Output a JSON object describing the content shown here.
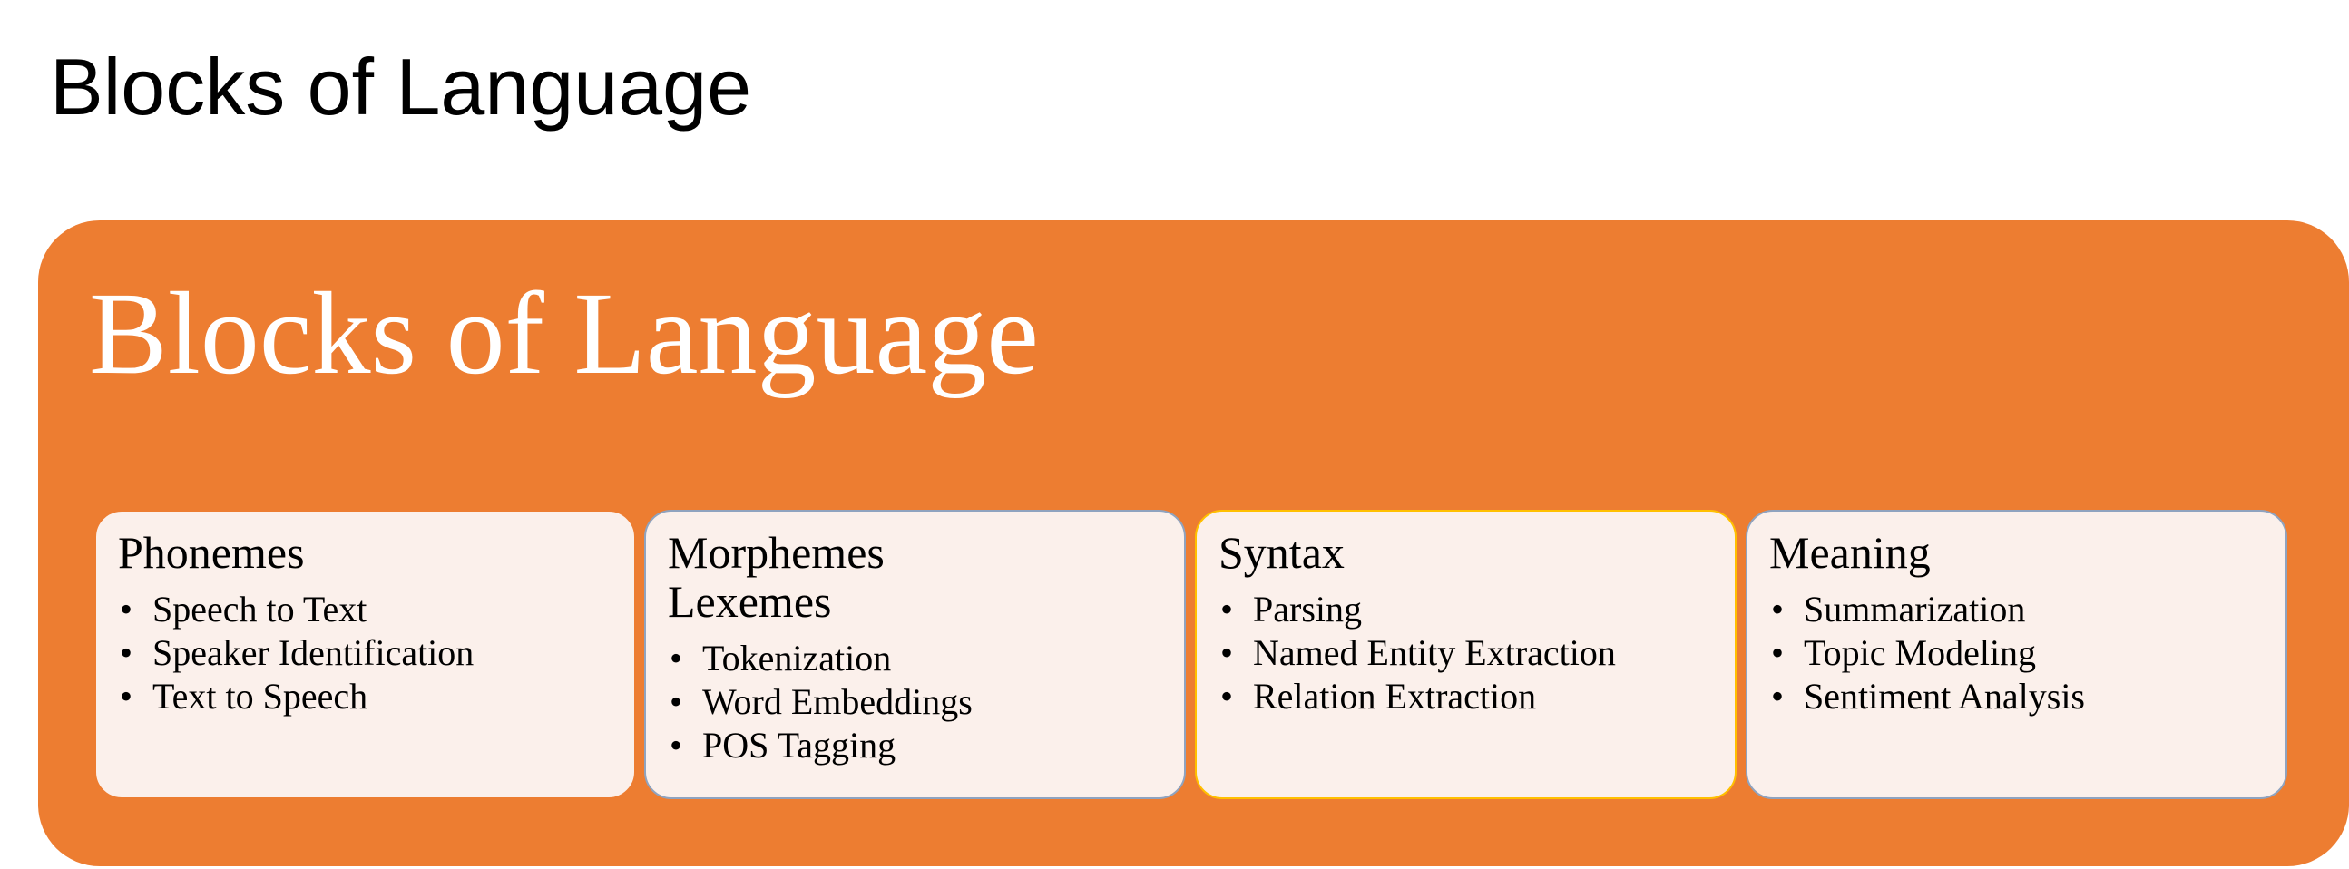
{
  "slide": {
    "title": "Blocks of Language"
  },
  "panel": {
    "title": "Blocks of Language",
    "fill_color": "#ED7D31",
    "cards": [
      {
        "heading_lines": [
          "Phonemes"
        ],
        "items": [
          "Speech to Text",
          "Speaker Identification",
          "Text to Speech"
        ]
      },
      {
        "heading_lines": [
          "Morphemes",
          "Lexemes"
        ],
        "items": [
          "Tokenization",
          "Word Embeddings",
          "POS Tagging"
        ]
      },
      {
        "heading_lines": [
          "Syntax"
        ],
        "items": [
          "Parsing",
          "Named Entity Extraction",
          "Relation Extraction"
        ]
      },
      {
        "heading_lines": [
          "Meaning"
        ],
        "items": [
          "Summarization",
          "Topic Modeling",
          "Sentiment Analysis"
        ]
      }
    ],
    "card_fill_color": "#FBF0EB"
  }
}
